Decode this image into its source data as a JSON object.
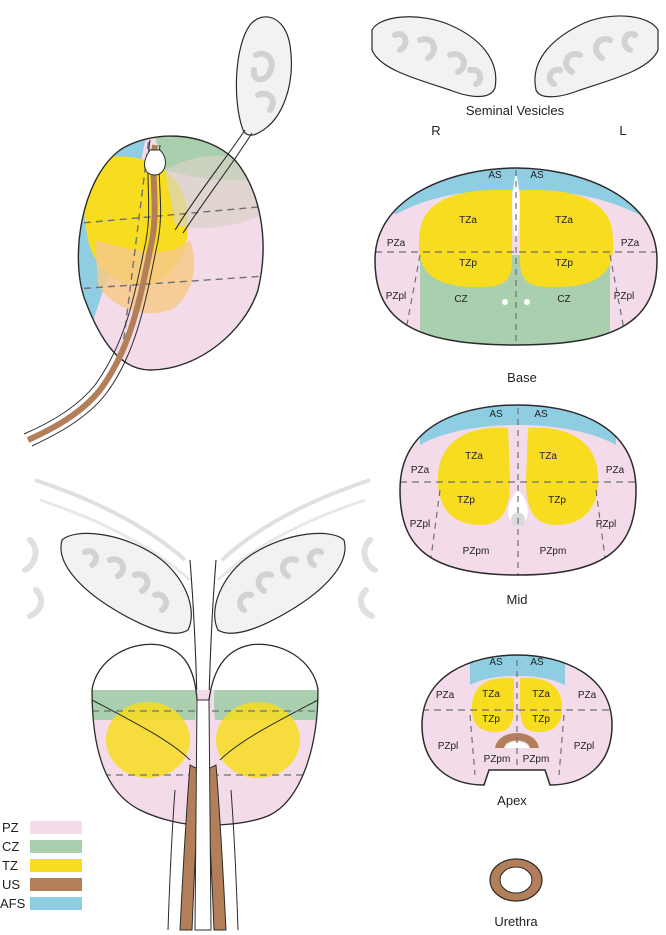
{
  "colors": {
    "PZ": "#f3dbe9",
    "CZ": "#a9cfae",
    "TZ": "#f7dc1f",
    "US": "#b27f5a",
    "AFS": "#8fcde3",
    "outline": "#2b2b2b",
    "dash": "#707070",
    "vesicle_fill": "#f2f2f2",
    "vesicle_inner": "#d9d9d9"
  },
  "captions": {
    "seminal_vesicles": "Seminal Vesicles",
    "right": "R",
    "left": "L",
    "base": "Base",
    "mid": "Mid",
    "apex": "Apex",
    "urethra": "Urethra"
  },
  "base_labels": {
    "as_r": "AS",
    "as_l": "AS",
    "tza_r": "TZa",
    "tza_l": "TZa",
    "tzp_r": "TZp",
    "tzp_l": "TZp",
    "pza_r": "PZa",
    "pza_l": "PZa",
    "pzpl_r": "PZpl",
    "pzpl_l": "PZpl",
    "cz_r": "CZ",
    "cz_l": "CZ"
  },
  "mid_labels": {
    "as_r": "AS",
    "as_l": "AS",
    "tza_r": "TZa",
    "tza_l": "TZa",
    "tzp_r": "TZp",
    "tzp_l": "TZp",
    "pza_r": "PZa",
    "pza_l": "PZa",
    "pzpl_r": "PZpl",
    "pzpl_l": "PZpl",
    "pzpm_r": "PZpm",
    "pzpm_l": "PZpm"
  },
  "apex_labels": {
    "as_r": "AS",
    "as_l": "AS",
    "tza_r": "TZa",
    "tza_l": "TZa",
    "tzp_r": "TZp",
    "tzp_l": "TZp",
    "pza_r": "PZa",
    "pza_l": "PZa",
    "pzpl_r": "PZpl",
    "pzpl_l": "PZpl",
    "pzpm_r": "PZpm",
    "pzpm_l": "PZpm"
  },
  "legend": [
    {
      "key": "PZ",
      "label": "PZ"
    },
    {
      "key": "CZ",
      "label": "CZ"
    },
    {
      "key": "TZ",
      "label": "TZ"
    },
    {
      "key": "US",
      "label": "US"
    },
    {
      "key": "AFS",
      "label": "AFS"
    }
  ]
}
